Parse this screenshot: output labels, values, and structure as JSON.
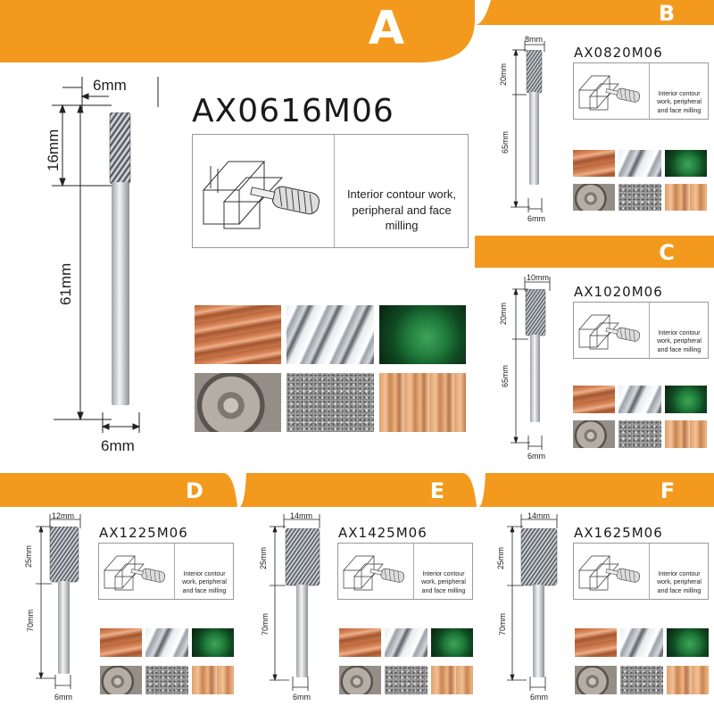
{
  "description": "Interior contour work, peripheral and face milling",
  "materials": [
    {
      "name": "copper",
      "icon": "copper-bars-photo"
    },
    {
      "name": "aluminium",
      "icon": "aluminium-profile-photo"
    },
    {
      "name": "jade",
      "icon": "jade-carving-photo"
    },
    {
      "name": "stone",
      "icon": "stone-discs-photo"
    },
    {
      "name": "granite",
      "icon": "granite-photo"
    },
    {
      "name": "wood",
      "icon": "wood-blocks-photo"
    }
  ],
  "colors": {
    "banner": "#f39a1e",
    "text": "#1a1a1a"
  },
  "panels": [
    {
      "id": "A",
      "letter": "A",
      "model": "AX0616M06",
      "head_dia": "6mm",
      "head_len": "16mm",
      "total_len": "61mm",
      "shank_dia": "6mm"
    },
    {
      "id": "B",
      "letter": "B",
      "model": "AX0820M06",
      "head_dia": "8mm",
      "head_len": "20mm",
      "total_len": "65mm",
      "shank_dia": "6mm"
    },
    {
      "id": "C",
      "letter": "C",
      "model": "AX1020M06",
      "head_dia": "10mm",
      "head_len": "20mm",
      "total_len": "65mm",
      "shank_dia": "6mm"
    },
    {
      "id": "D",
      "letter": "D",
      "model": "AX1225M06",
      "head_dia": "12mm",
      "head_len": "25mm",
      "total_len": "70mm",
      "shank_dia": "6mm"
    },
    {
      "id": "E",
      "letter": "E",
      "model": "AX1425M06",
      "head_dia": "14mm",
      "head_len": "25mm",
      "total_len": "70mm",
      "shank_dia": "6mm"
    },
    {
      "id": "F",
      "letter": "F",
      "model": "AX1625M06",
      "head_dia": "14mm",
      "head_len": "25mm",
      "total_len": "70mm",
      "shank_dia": "6mm"
    }
  ]
}
